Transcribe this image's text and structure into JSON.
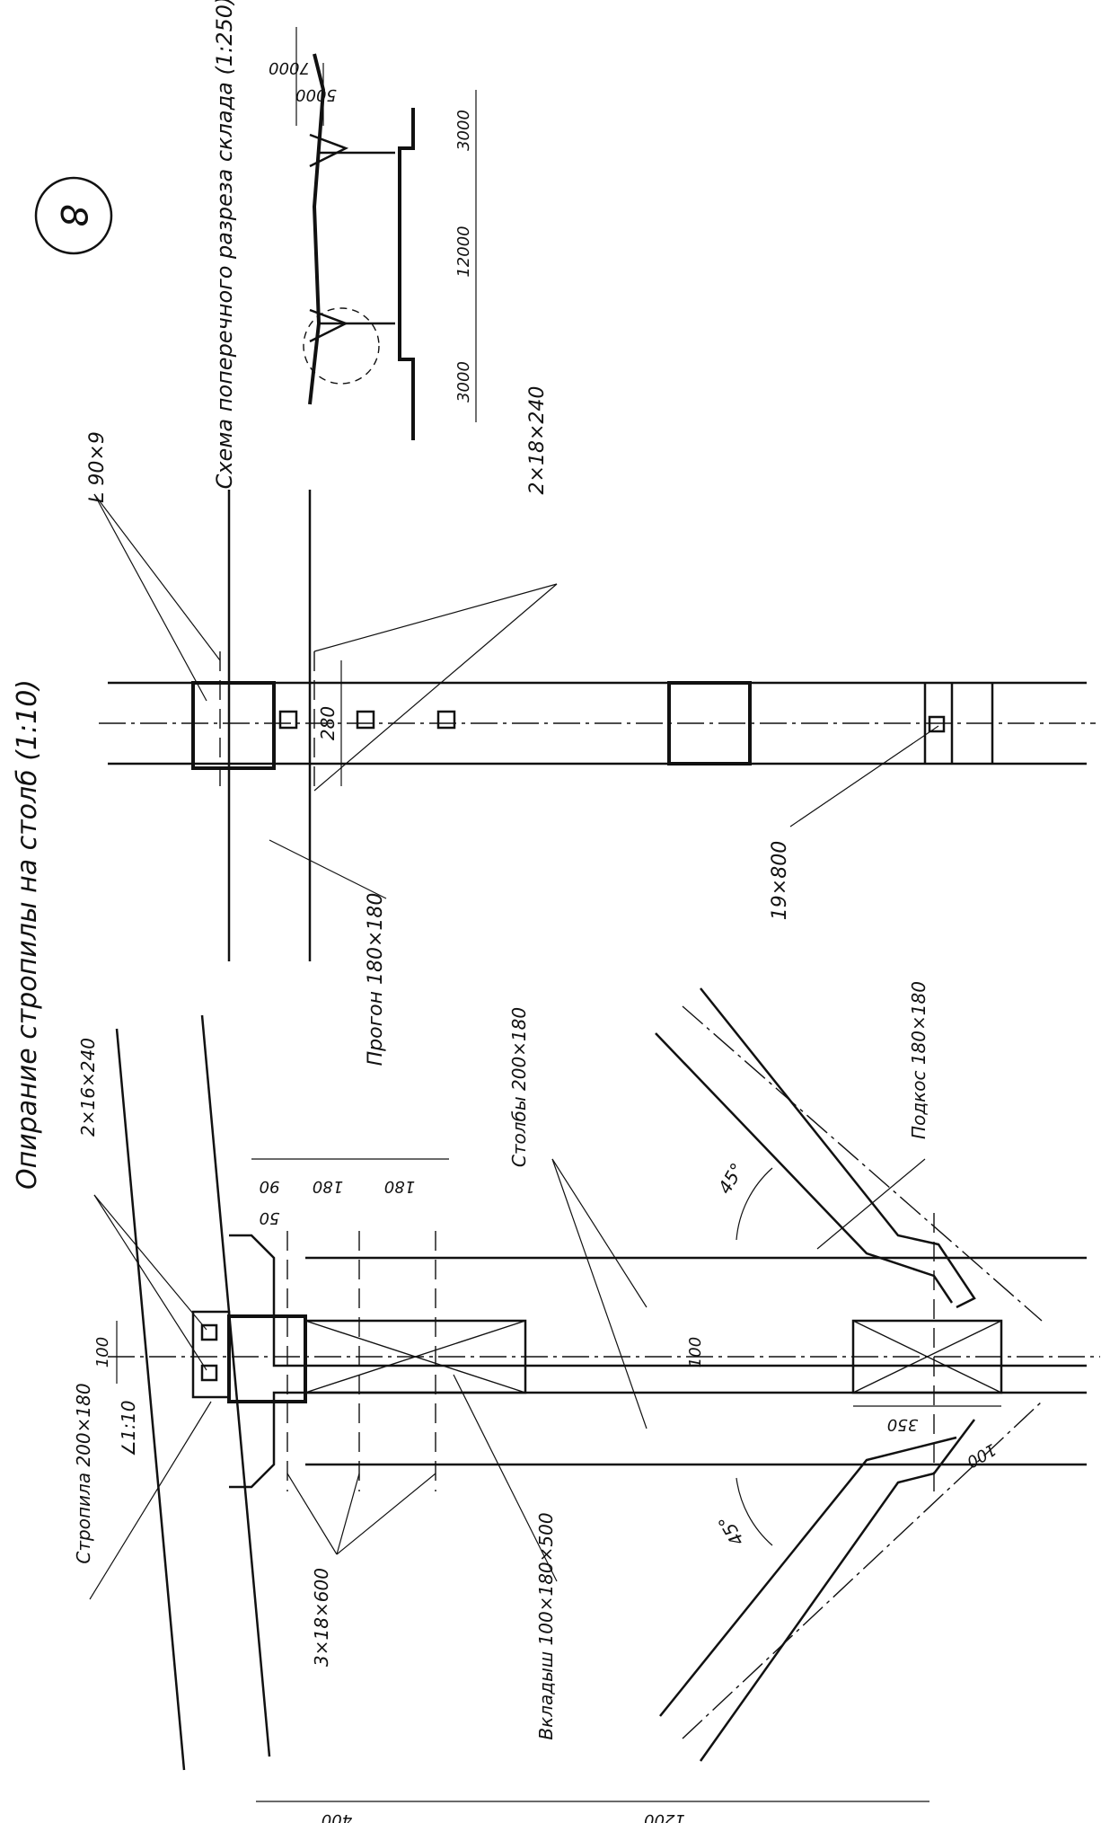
{
  "sheet_number": "8",
  "title": "Опирание стропилы на столб (1:10)",
  "scheme_title": "Схема поперечного разреза склада (1:250)",
  "scheme_dims": [
    "7000",
    "5000",
    "3000",
    "12000",
    "3000"
  ],
  "labels": {
    "strop": "Стропила 200×180",
    "slope": "∠1:10",
    "bolts_top": "2×16×240",
    "bolts_mid": "3×18×600",
    "insert": "Вкладыш 100×180×500",
    "posts": "Столбы 200×180",
    "brace": "Подкос 180×180",
    "purlin": "Прогон 180×180",
    "nail": "19×800",
    "angle_steel": "L 90×9",
    "bolts_plan": "2×18×240"
  },
  "dims": {
    "d90": "90",
    "d180a": "180",
    "d180b": "180",
    "d50": "50",
    "d100a": "100",
    "d100b": "100",
    "d100c": "100",
    "d350": "350",
    "d400": "400",
    "d1200": "1200",
    "d280": "280",
    "a45a": "45°",
    "a45b": "45°"
  }
}
